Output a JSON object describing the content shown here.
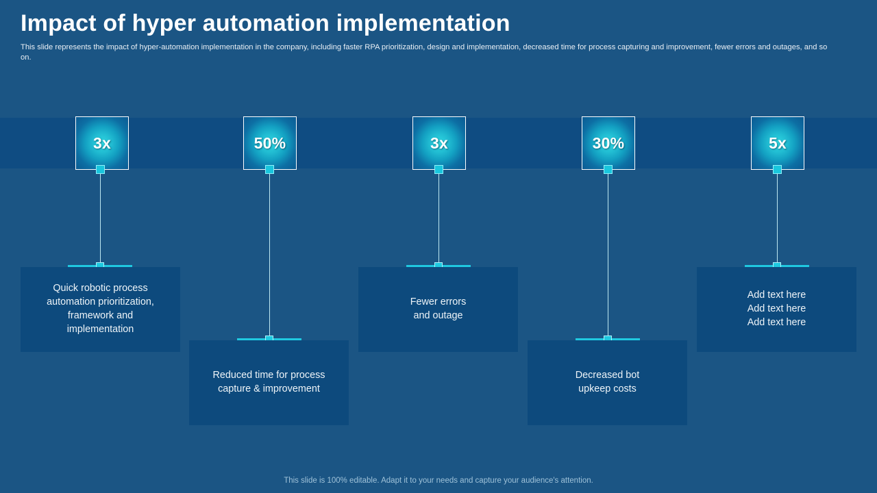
{
  "slide": {
    "title": "Impact of hyper automation implementation",
    "subtitle": "This slide represents the impact of hyper-automation implementation in the company, including faster RPA prioritization, design and implementation, decreased time for process capturing and improvement, fewer errors and outages, and so on.",
    "footer": "This slide is 100% editable. Adapt it to your needs and capture your audience's attention.",
    "colors": {
      "background": "#1b5584",
      "band": "#0f4c82",
      "card": "#0d4a7d",
      "accent_cyan": "#1fc9e0",
      "badge_glow": "#2fd8e2",
      "text": "#ffffff",
      "footer_text": "#9fc2d9"
    }
  },
  "items": [
    {
      "id": "item-1",
      "badge_value": "3x",
      "card_text": "Quick robotic process\nautomation prioritization,\nframework and\nimplementation"
    },
    {
      "id": "item-2",
      "badge_value": "50%",
      "card_text": "Reduced time for process\ncapture & improvement"
    },
    {
      "id": "item-3",
      "badge_value": "3x",
      "card_text": "Fewer errors\nand outage"
    },
    {
      "id": "item-4",
      "badge_value": "30%",
      "card_text": "Decreased  bot\nupkeep costs"
    },
    {
      "id": "item-5",
      "badge_value": "5x",
      "card_text": "Add text here\nAdd text here\nAdd text here"
    }
  ]
}
